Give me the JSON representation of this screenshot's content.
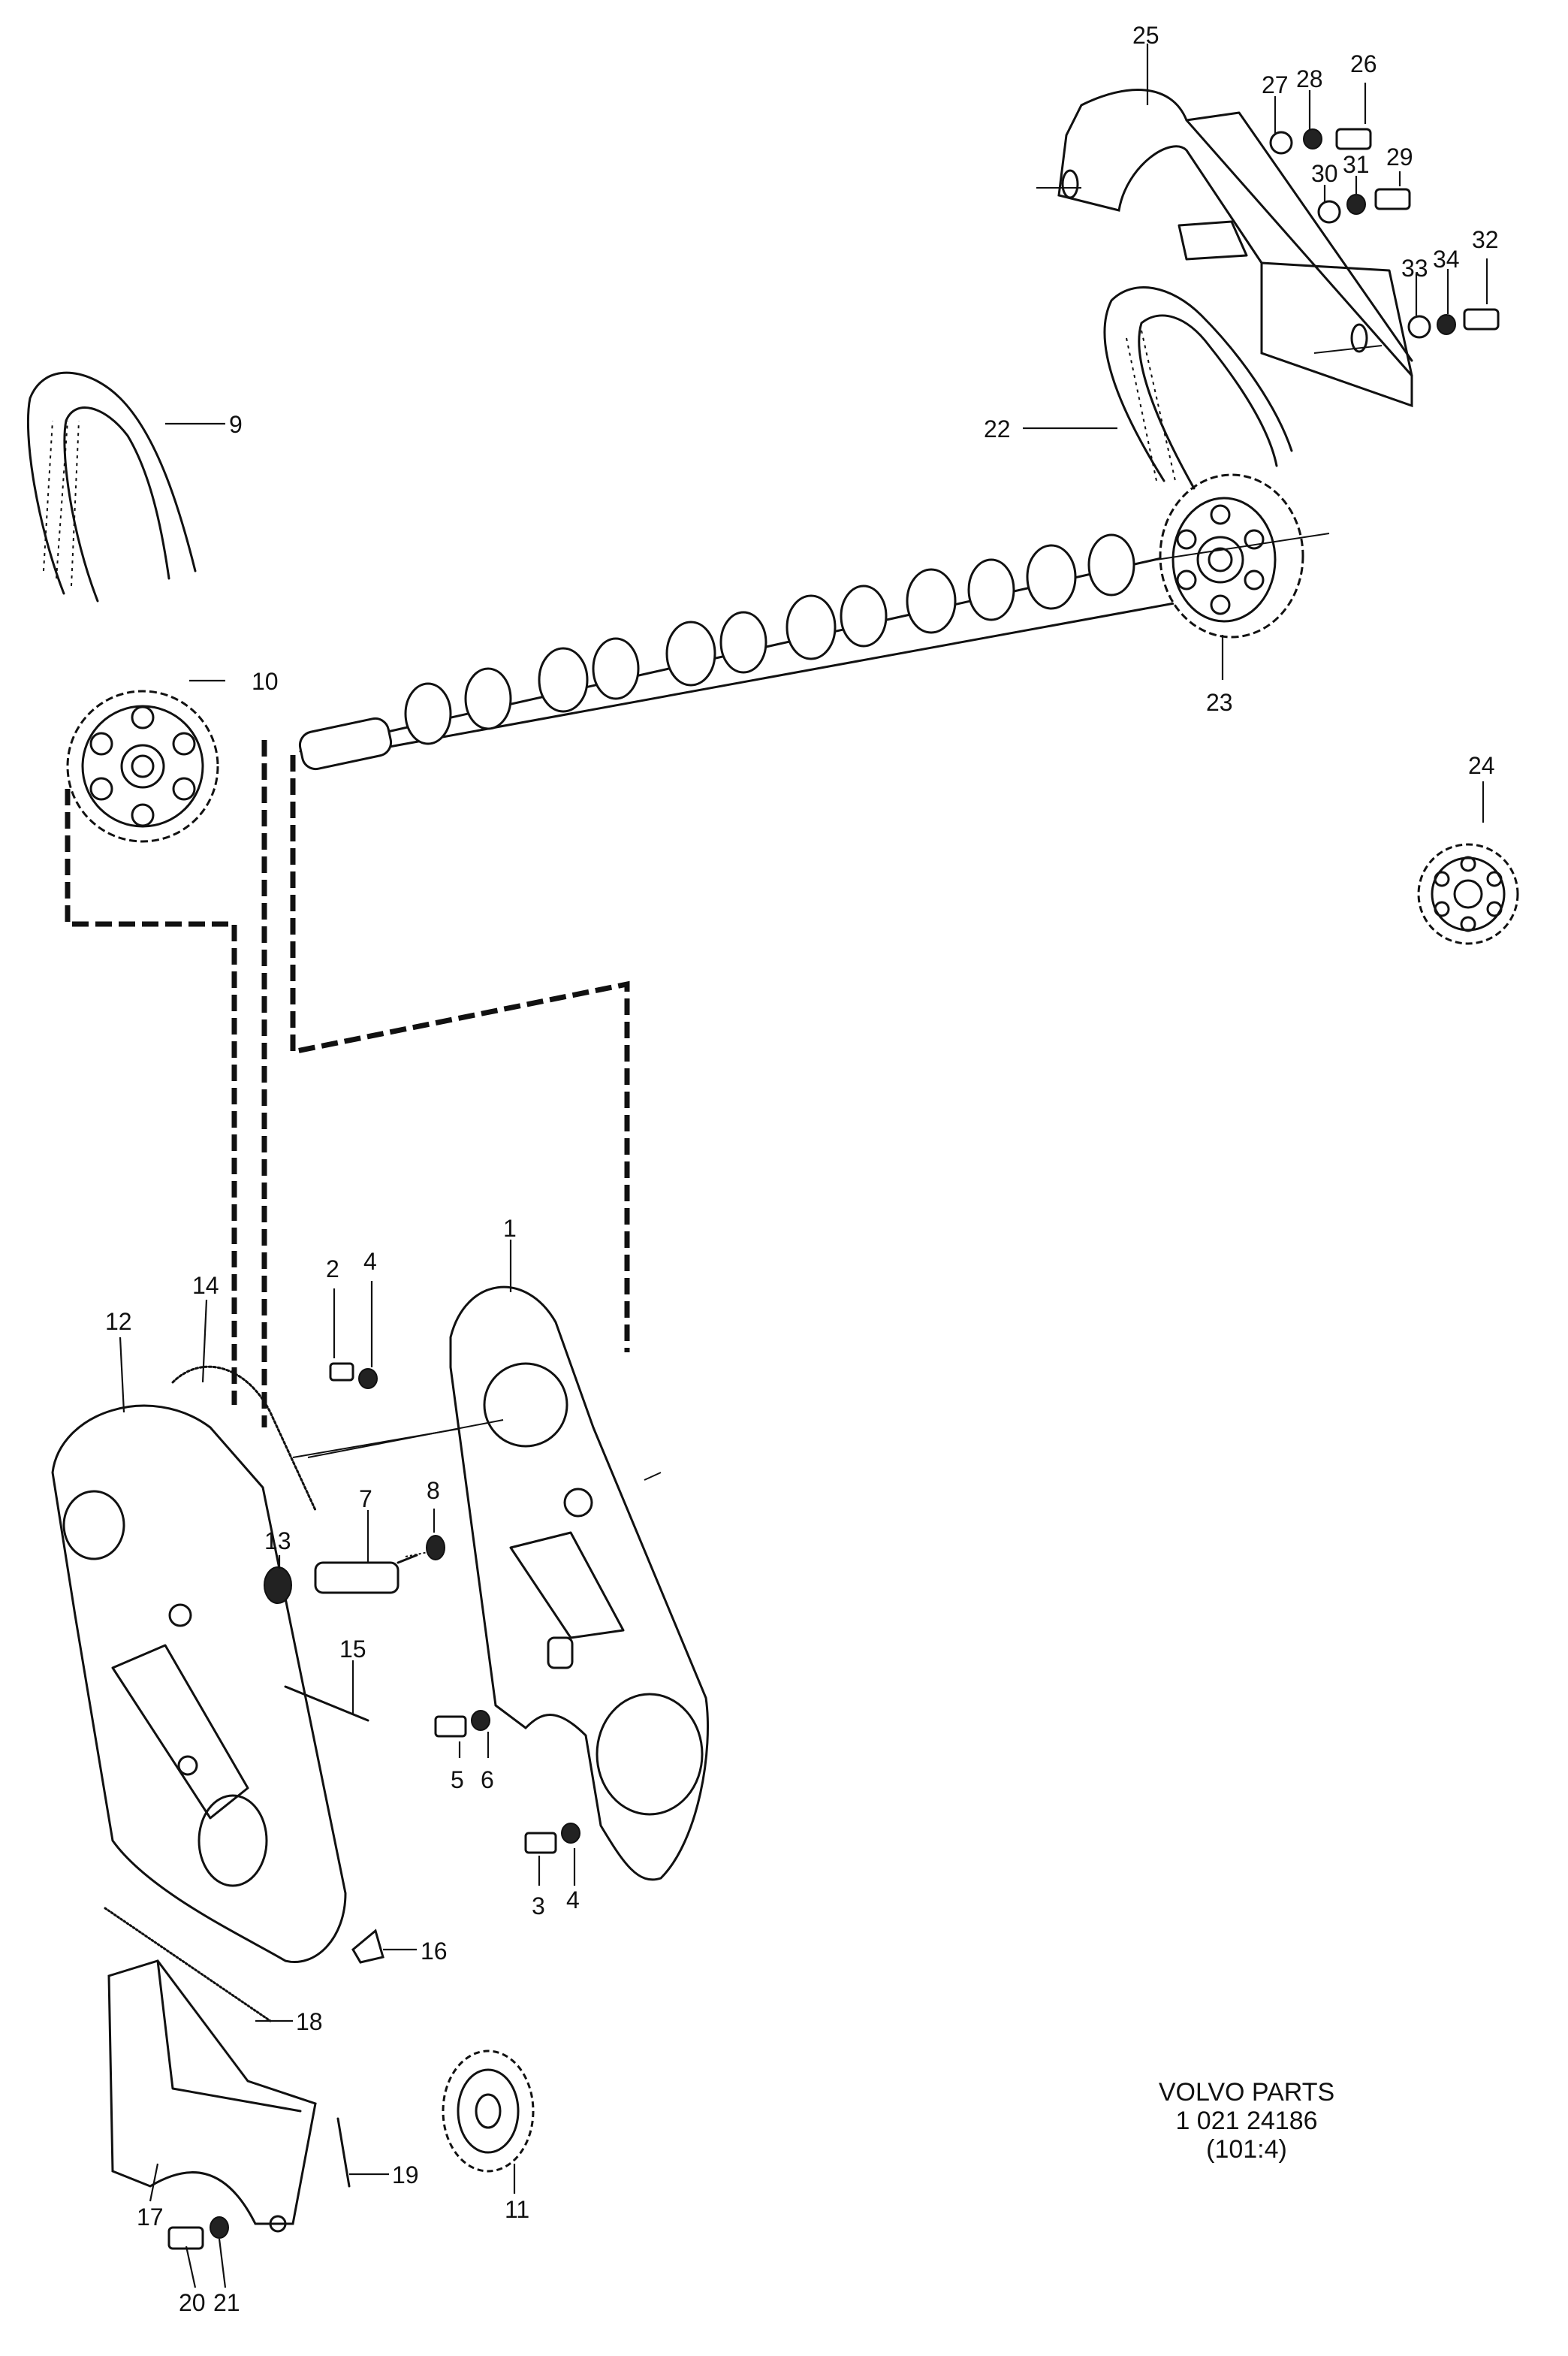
{
  "callouts": [
    {
      "id": "1",
      "text": "1"
    },
    {
      "id": "2",
      "text": "2"
    },
    {
      "id": "3",
      "text": "3"
    },
    {
      "id": "4a",
      "text": "4"
    },
    {
      "id": "4b",
      "text": "4"
    },
    {
      "id": "5",
      "text": "5"
    },
    {
      "id": "6",
      "text": "6"
    },
    {
      "id": "7",
      "text": "7"
    },
    {
      "id": "8",
      "text": "8"
    },
    {
      "id": "9",
      "text": "9"
    },
    {
      "id": "10",
      "text": "10"
    },
    {
      "id": "11",
      "text": "11"
    },
    {
      "id": "12",
      "text": "12"
    },
    {
      "id": "13",
      "text": "13"
    },
    {
      "id": "14",
      "text": "14"
    },
    {
      "id": "15",
      "text": "15"
    },
    {
      "id": "16",
      "text": "16"
    },
    {
      "id": "17",
      "text": "17"
    },
    {
      "id": "18",
      "text": "18"
    },
    {
      "id": "19",
      "text": "19"
    },
    {
      "id": "20",
      "text": "20"
    },
    {
      "id": "21",
      "text": "21"
    },
    {
      "id": "22",
      "text": "22"
    },
    {
      "id": "23",
      "text": "23"
    },
    {
      "id": "24",
      "text": "24"
    },
    {
      "id": "25",
      "text": "25"
    },
    {
      "id": "26",
      "text": "26"
    },
    {
      "id": "27",
      "text": "27"
    },
    {
      "id": "28",
      "text": "28"
    },
    {
      "id": "29",
      "text": "29"
    },
    {
      "id": "30",
      "text": "30"
    },
    {
      "id": "31",
      "text": "31"
    },
    {
      "id": "32",
      "text": "32"
    },
    {
      "id": "33",
      "text": "33"
    },
    {
      "id": "34",
      "text": "34"
    }
  ],
  "footer": {
    "line1": "VOLVO  PARTS",
    "line2": "1 021  24186",
    "line3": "(101:4)"
  }
}
